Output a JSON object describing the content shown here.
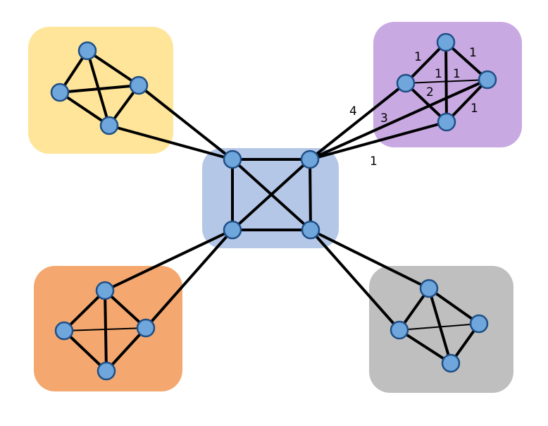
{
  "colors": {
    "node_fill": "#6fa6dc",
    "node_stroke": "#1f4f86",
    "edge": "#000000",
    "highlight_edge": "#1fab4a",
    "cluster_yellow": "#ffe599",
    "cluster_purple": "#c9a9e2",
    "cluster_blue": "#b4c7e7",
    "cluster_orange": "#f4a870",
    "cluster_gray": "#bfbfbf"
  },
  "clusters": [
    {
      "id": "top-left",
      "color_key": "cluster_yellow"
    },
    {
      "id": "top-right",
      "color_key": "cluster_purple"
    },
    {
      "id": "center",
      "color_key": "cluster_blue"
    },
    {
      "id": "bottom-left",
      "color_key": "cluster_orange"
    },
    {
      "id": "bottom-right",
      "color_key": "cluster_gray"
    }
  ],
  "nodes": [
    {
      "id": "tl_top",
      "cluster": "top-left"
    },
    {
      "id": "tl_left",
      "cluster": "top-left"
    },
    {
      "id": "tl_right",
      "cluster": "top-left"
    },
    {
      "id": "tl_bottom",
      "cluster": "top-left"
    },
    {
      "id": "tr_top",
      "cluster": "top-right"
    },
    {
      "id": "tr_left",
      "cluster": "top-right"
    },
    {
      "id": "tr_right",
      "cluster": "top-right"
    },
    {
      "id": "tr_bottom",
      "cluster": "top-right"
    },
    {
      "id": "c_tl",
      "cluster": "center"
    },
    {
      "id": "c_tr",
      "cluster": "center"
    },
    {
      "id": "c_bl",
      "cluster": "center"
    },
    {
      "id": "c_br",
      "cluster": "center"
    },
    {
      "id": "bl_top",
      "cluster": "bottom-left"
    },
    {
      "id": "bl_left",
      "cluster": "bottom-left"
    },
    {
      "id": "bl_right",
      "cluster": "bottom-left"
    },
    {
      "id": "bl_bottom",
      "cluster": "bottom-left"
    },
    {
      "id": "br_top",
      "cluster": "bottom-right"
    },
    {
      "id": "br_left",
      "cluster": "bottom-right"
    },
    {
      "id": "br_right",
      "cluster": "bottom-right"
    },
    {
      "id": "br_bottom",
      "cluster": "bottom-right"
    }
  ],
  "edges": [
    {
      "from": "tl_top",
      "to": "tl_left",
      "style": "heavy"
    },
    {
      "from": "tl_top",
      "to": "tl_right",
      "style": "heavy"
    },
    {
      "from": "tl_top",
      "to": "tl_bottom",
      "style": "heavy"
    },
    {
      "from": "tl_left",
      "to": "tl_bottom",
      "style": "heavy"
    },
    {
      "from": "tl_right",
      "to": "tl_bottom",
      "style": "heavy"
    },
    {
      "from": "tl_left",
      "to": "tl_right",
      "style": "highlight"
    },
    {
      "from": "tl_right",
      "to": "c_tl",
      "style": "heavy"
    },
    {
      "from": "tl_bottom",
      "to": "c_tl",
      "style": "heavy"
    },
    {
      "from": "tr_top",
      "to": "tr_left",
      "style": "heavy"
    },
    {
      "from": "tr_top",
      "to": "tr_right",
      "style": "heavy"
    },
    {
      "from": "tr_top",
      "to": "tr_bottom",
      "style": "heavy"
    },
    {
      "from": "tr_left",
      "to": "tr_right",
      "style": "thin"
    },
    {
      "from": "tr_left",
      "to": "tr_bottom",
      "style": "heavy"
    },
    {
      "from": "tr_right",
      "to": "tr_bottom",
      "style": "heavy"
    },
    {
      "from": "tr_left",
      "to": "c_tr",
      "style": "heavy"
    },
    {
      "from": "tr_right",
      "to": "c_tr",
      "style": "highlight"
    },
    {
      "from": "tr_bottom",
      "to": "c_tr",
      "style": "heavy"
    },
    {
      "from": "c_tl",
      "to": "c_tr",
      "style": "heavy"
    },
    {
      "from": "c_tl",
      "to": "c_bl",
      "style": "heavy"
    },
    {
      "from": "c_tr",
      "to": "c_br",
      "style": "heavy"
    },
    {
      "from": "c_bl",
      "to": "c_br",
      "style": "heavy"
    },
    {
      "from": "c_tl",
      "to": "c_br",
      "style": "heavy"
    },
    {
      "from": "c_tr",
      "to": "c_bl",
      "style": "heavy"
    },
    {
      "from": "c_bl",
      "to": "bl_top",
      "style": "heavy"
    },
    {
      "from": "c_bl",
      "to": "bl_right",
      "style": "heavy"
    },
    {
      "from": "bl_top",
      "to": "bl_left",
      "style": "heavy"
    },
    {
      "from": "bl_top",
      "to": "bl_right",
      "style": "heavy"
    },
    {
      "from": "bl_top",
      "to": "bl_bottom",
      "style": "heavy"
    },
    {
      "from": "bl_left",
      "to": "bl_right",
      "style": "thin"
    },
    {
      "from": "bl_left",
      "to": "bl_bottom",
      "style": "heavy"
    },
    {
      "from": "bl_right",
      "to": "bl_bottom",
      "style": "heavy"
    },
    {
      "from": "c_br",
      "to": "br_top",
      "style": "heavy"
    },
    {
      "from": "c_br",
      "to": "br_left",
      "style": "heavy"
    },
    {
      "from": "br_top",
      "to": "br_left",
      "style": "heavy"
    },
    {
      "from": "br_top",
      "to": "br_right",
      "style": "heavy"
    },
    {
      "from": "br_top",
      "to": "br_bottom",
      "style": "heavy"
    },
    {
      "from": "br_left",
      "to": "br_right",
      "style": "thin"
    },
    {
      "from": "br_left",
      "to": "br_bottom",
      "style": "heavy"
    },
    {
      "from": "br_right",
      "to": "br_bottom",
      "style": "heavy"
    }
  ],
  "edge_labels": [
    {
      "edge": "tr_top-tr_left",
      "text": "1"
    },
    {
      "edge": "tr_top-tr_right",
      "text": "1"
    },
    {
      "edge": "tr_top-tr_bottom",
      "text": "1"
    },
    {
      "edge": "tr_left-tr_right",
      "text": "1"
    },
    {
      "edge": "tr_left-tr_bottom",
      "text": "2"
    },
    {
      "edge": "tr_right-tr_bottom",
      "text": "1"
    },
    {
      "edge": "tr_left-c_tr",
      "text": "4"
    },
    {
      "edge": "tr_right-c_tr",
      "text": "3"
    },
    {
      "edge": "tr_bottom-c_tr",
      "text": "1"
    }
  ]
}
